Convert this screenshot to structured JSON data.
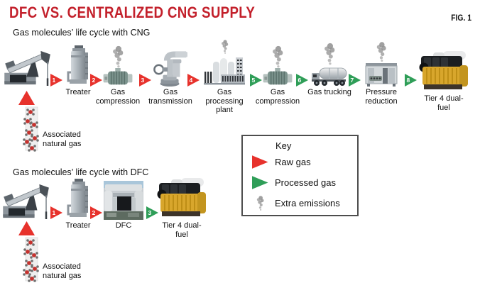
{
  "title": "DFC VS. CENTRALIZED CNG SUPPLY",
  "fig_label": "FIG. 1",
  "colors": {
    "title_red": "#c3202b",
    "raw_red": "#e7322c",
    "processed_green": "#2f9e58"
  },
  "cng": {
    "heading": "Gas molecules’ life cycle with CNG",
    "source_icon": "pumpjack",
    "feed_label": "Associated natural gas",
    "steps": [
      {
        "num": "1",
        "gas": "raw",
        "icon": "treater",
        "label": "Treater",
        "smoke": false
      },
      {
        "num": "2",
        "gas": "raw",
        "icon": "compressor",
        "label": "Gas compression",
        "smoke": true
      },
      {
        "num": "3",
        "gas": "raw",
        "icon": "pipeline",
        "label": "Gas transmission",
        "smoke": false
      },
      {
        "num": "4",
        "gas": "raw",
        "icon": "plant",
        "label": "Gas processing plant",
        "smoke": true
      },
      {
        "num": "5",
        "gas": "processed",
        "icon": "compressor",
        "label": "Gas compression",
        "smoke": true
      },
      {
        "num": "6",
        "gas": "processed",
        "icon": "truck",
        "label": "Gas trucking",
        "smoke": true
      },
      {
        "num": "7",
        "gas": "processed",
        "icon": "pressure",
        "label": "Pressure reduction",
        "smoke": true
      },
      {
        "num": "8",
        "gas": "processed",
        "icon": "engine",
        "label": "Tier 4 dual-fuel",
        "smoke": false
      }
    ]
  },
  "dfc": {
    "heading": "Gas molecules’ life cycle with DFC",
    "source_icon": "pumpjack",
    "feed_label": "Associated natural gas",
    "steps": [
      {
        "num": "1",
        "gas": "raw",
        "icon": "treater",
        "label": "Treater",
        "smoke": false
      },
      {
        "num": "2",
        "gas": "raw",
        "icon": "dfc",
        "label": "DFC",
        "smoke": false
      },
      {
        "num": "3",
        "gas": "processed",
        "icon": "engine",
        "label": "Tier 4 dual-fuel",
        "smoke": false
      }
    ]
  },
  "key": {
    "title": "Key",
    "items": [
      {
        "type": "raw",
        "label": "Raw gas"
      },
      {
        "type": "processed",
        "label": "Processed gas"
      },
      {
        "type": "smoke",
        "label": "Extra emissions"
      }
    ]
  }
}
